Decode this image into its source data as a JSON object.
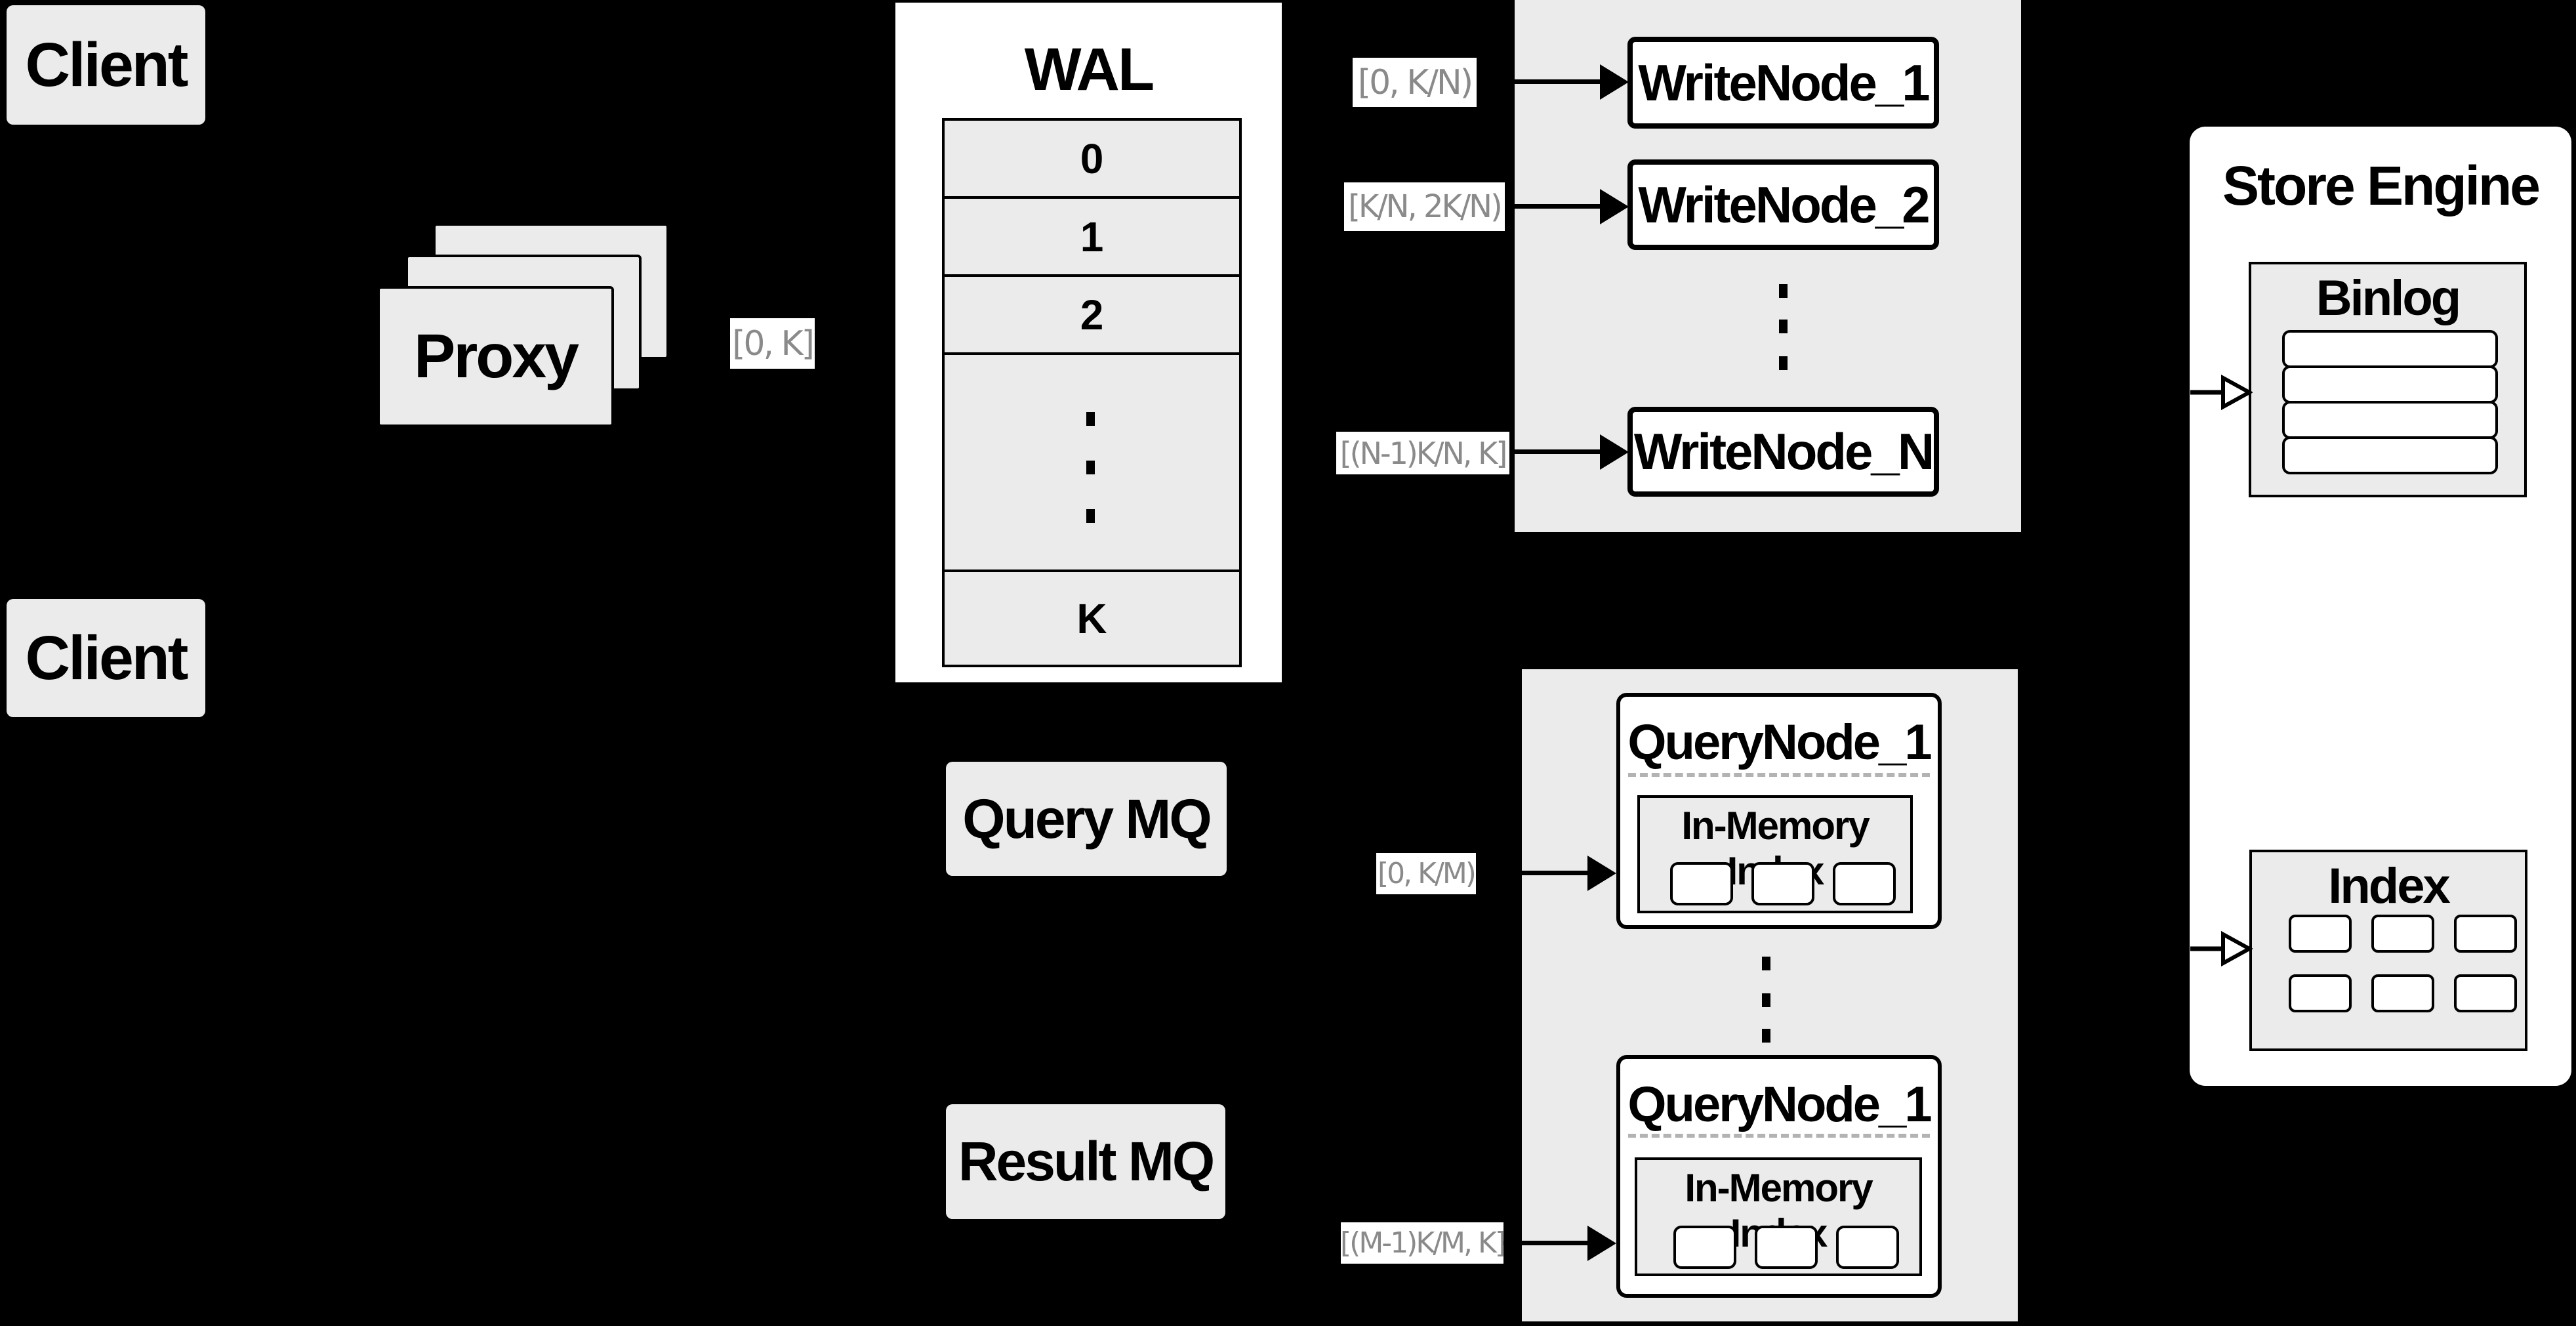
{
  "colors": {
    "background": "#000000",
    "box_fill": "#ebebeb",
    "node_fill": "#ffffff",
    "border": "#000000",
    "range_label_text": "#8a8a8a",
    "dashed_separator": "#b3b3b3"
  },
  "client_top": {
    "label": "Client"
  },
  "client_bottom": {
    "label": "Client"
  },
  "proxy": {
    "label": "Proxy",
    "range_out": "[0, K]"
  },
  "wal": {
    "title": "WAL",
    "rows": [
      "0",
      "1",
      "2"
    ],
    "last_row": "K"
  },
  "write_cluster": {
    "ranges": [
      "[0, K/N)",
      "[K/N, 2K/N)",
      "[(N-1)K/N, K]"
    ],
    "nodes": [
      "WriteNode_1",
      "WriteNode_2",
      "WriteNode_N"
    ]
  },
  "mq": {
    "query_label": "Query MQ",
    "result_label": "Result MQ"
  },
  "query_cluster": {
    "ranges": [
      "[0, K/M)",
      "[(M-1)K/M, K]"
    ],
    "nodes": [
      {
        "title": "QueryNode_1",
        "index_title": "In-Memory Index",
        "cell_count": 3
      },
      {
        "title": "QueryNode_1",
        "index_title": "In-Memory Index",
        "cell_count": 3
      }
    ]
  },
  "store_engine": {
    "title": "Store Engine",
    "binlog_title": "Binlog",
    "binlog_row_count": 4,
    "index_title": "Index",
    "index_cell_rows": 2,
    "index_cell_cols": 3
  }
}
